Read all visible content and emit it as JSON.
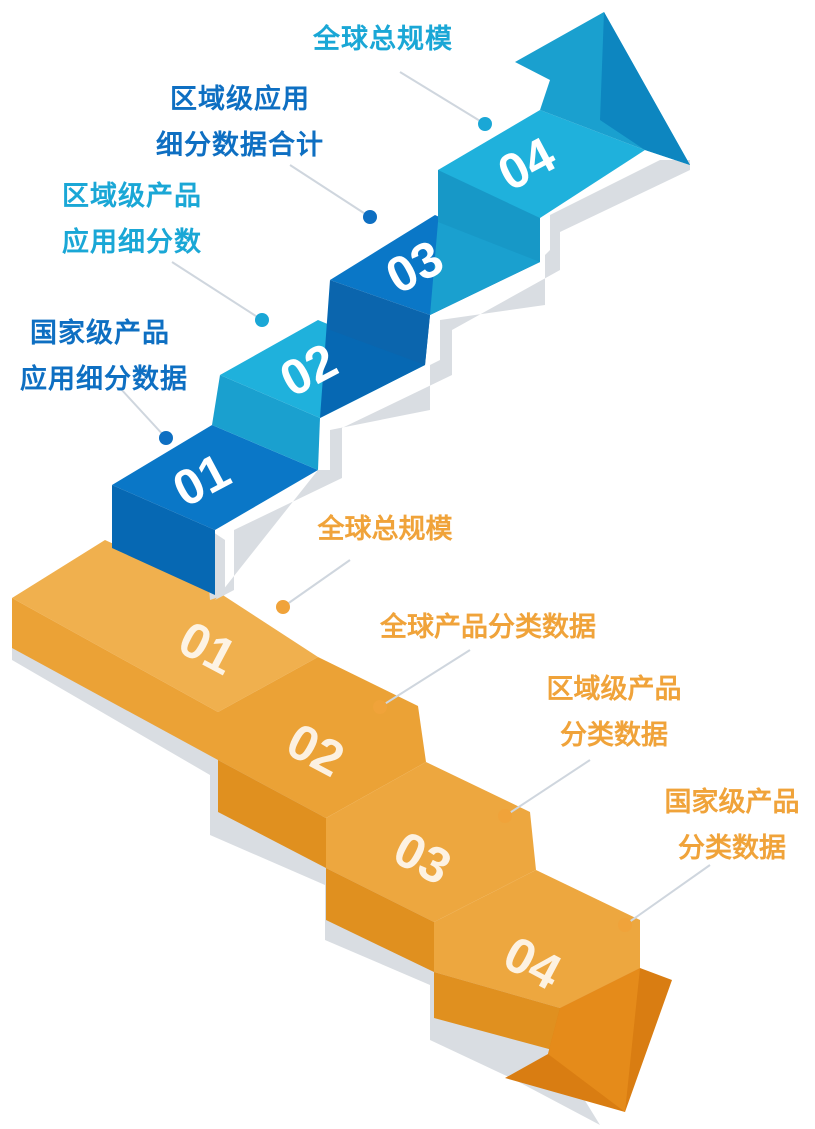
{
  "colors": {
    "blue_top_light": "#1fb1dc",
    "blue_top_dark": "#0a77c7",
    "blue_front_light": "#1aa0cf",
    "blue_front_dark": "#0668b3",
    "orange_top": "#f0b04e",
    "orange_front": "#eba236",
    "orange_dark": "#d97d12",
    "shadow": "#d9dde2",
    "blue_text": "#0e6fc2",
    "cyan_text": "#1aa7d6",
    "orange_text": "#f0a33a",
    "connector": "#cfd6de"
  },
  "blue_steps": [
    {
      "number": "01"
    },
    {
      "number": "02"
    },
    {
      "number": "03"
    },
    {
      "number": "04"
    }
  ],
  "orange_steps": [
    {
      "number": "01"
    },
    {
      "number": "02"
    },
    {
      "number": "03"
    },
    {
      "number": "04"
    }
  ],
  "blue_labels": [
    {
      "line1": "国家级产品",
      "line2": "应用细分数据"
    },
    {
      "line1": "区域级产品",
      "line2": "应用细分数"
    },
    {
      "line1": "区域级应用",
      "line2": "细分数据合计"
    },
    {
      "line1": "全球总规模",
      "line2": ""
    }
  ],
  "orange_labels": [
    {
      "line1": "全球总规模",
      "line2": ""
    },
    {
      "line1": "全球产品分类数据",
      "line2": ""
    },
    {
      "line1": "区域级产品",
      "line2": "分类数据"
    },
    {
      "line1": "国家级产品",
      "line2": "分类数据"
    }
  ]
}
